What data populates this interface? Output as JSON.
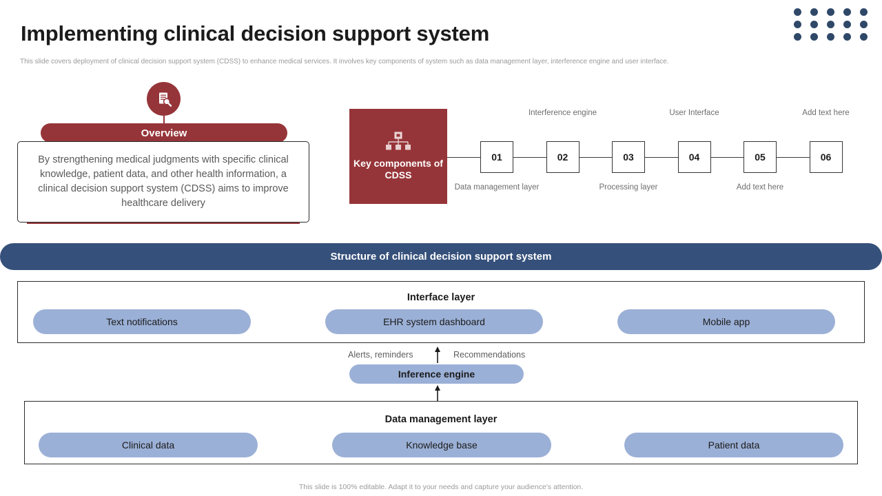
{
  "header": {
    "title": "Implementing clinical decision support system",
    "subtitle": "This slide covers deployment of clinical decision support system (CDSS) to enhance medical services. It involves key components of system such as data management layer, interference engine and user interface."
  },
  "overview": {
    "icon": "document-search-icon",
    "banner_label": "Overview",
    "body": "By strengthening medical judgments with specific clinical knowledge, patient data, and other health information, a clinical decision support system (CDSS) aims to improve healthcare delivery"
  },
  "key_components": {
    "icon": "hierarchy-icon",
    "title": "Key components of CDSS",
    "steps": [
      {
        "number": "01",
        "label": "Data management layer",
        "position": "below"
      },
      {
        "number": "02",
        "label": "Interference engine",
        "position": "above"
      },
      {
        "number": "03",
        "label": "Processing layer",
        "position": "below"
      },
      {
        "number": "04",
        "label": "User Interface",
        "position": "above"
      },
      {
        "number": "05",
        "label": "Add text here",
        "position": "below"
      },
      {
        "number": "06",
        "label": "Add text here",
        "position": "above"
      }
    ]
  },
  "structure": {
    "banner": "Structure of clinical decision support system",
    "interface_layer": {
      "title": "Interface layer",
      "items": [
        "Text notifications",
        "EHR system dashboard",
        "Mobile app"
      ]
    },
    "inference": {
      "label": "Inference engine",
      "left_label": "Alerts, reminders",
      "right_label": "Recommendations"
    },
    "data_layer": {
      "title": "Data management layer",
      "items": [
        "Clinical data",
        "Knowledge base",
        "Patient data"
      ]
    }
  },
  "footer": "This slide is 100% editable. Adapt it to your needs and capture your audience's attention.",
  "colors": {
    "brand_red": "#963539",
    "navy": "#35507A",
    "light_blue": "#9BB0D6",
    "dot_navy": "#2F4868"
  }
}
